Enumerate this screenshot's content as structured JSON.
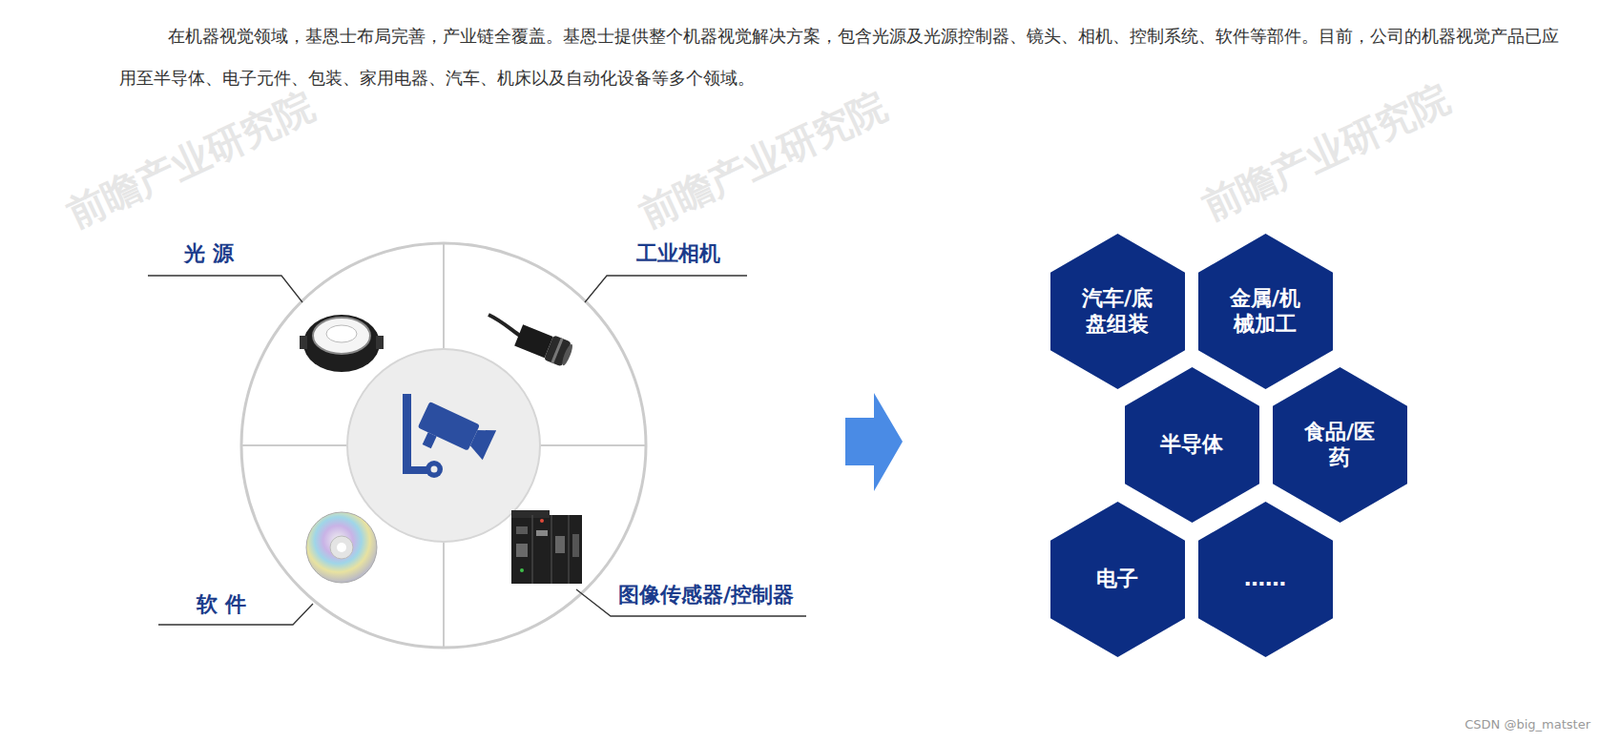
{
  "diagram": {
    "nodes": [
      {
        "text": [
          "汽车/底盘组装"
        ]
      },
      {
        "text": [
          "金属/机械加工"
        ]
      },
      {
        "text": [
          "半导体"
        ]
      },
      {
        "text": [
          "食品/医药"
        ]
      },
      {
        "text": [
          "电子"
        ]
      },
      {
        "text": [
          "……"
        ]
      }
    ],
    "edges": [],
    "labels": [
      "在机器视觉领域，基恩士布局完善，产业链全覆盖。基恩士提供整个机器视觉解决方案，包含光源及光源控制器、镜头、相机、控制系统、软件等部件。目前，公司的机器视觉产品已应用至半导体、电子元件、包装、家用电器、汽车、机床以及自动化设备等多个领域。",
      "光 源",
      "工业相机",
      "软 件",
      "图像传感器/控制器",
      "前瞻产业研究院",
      "前瞻产业研究院",
      "前瞻产业研究院",
      "CSDN @big_matster"
    ]
  }
}
